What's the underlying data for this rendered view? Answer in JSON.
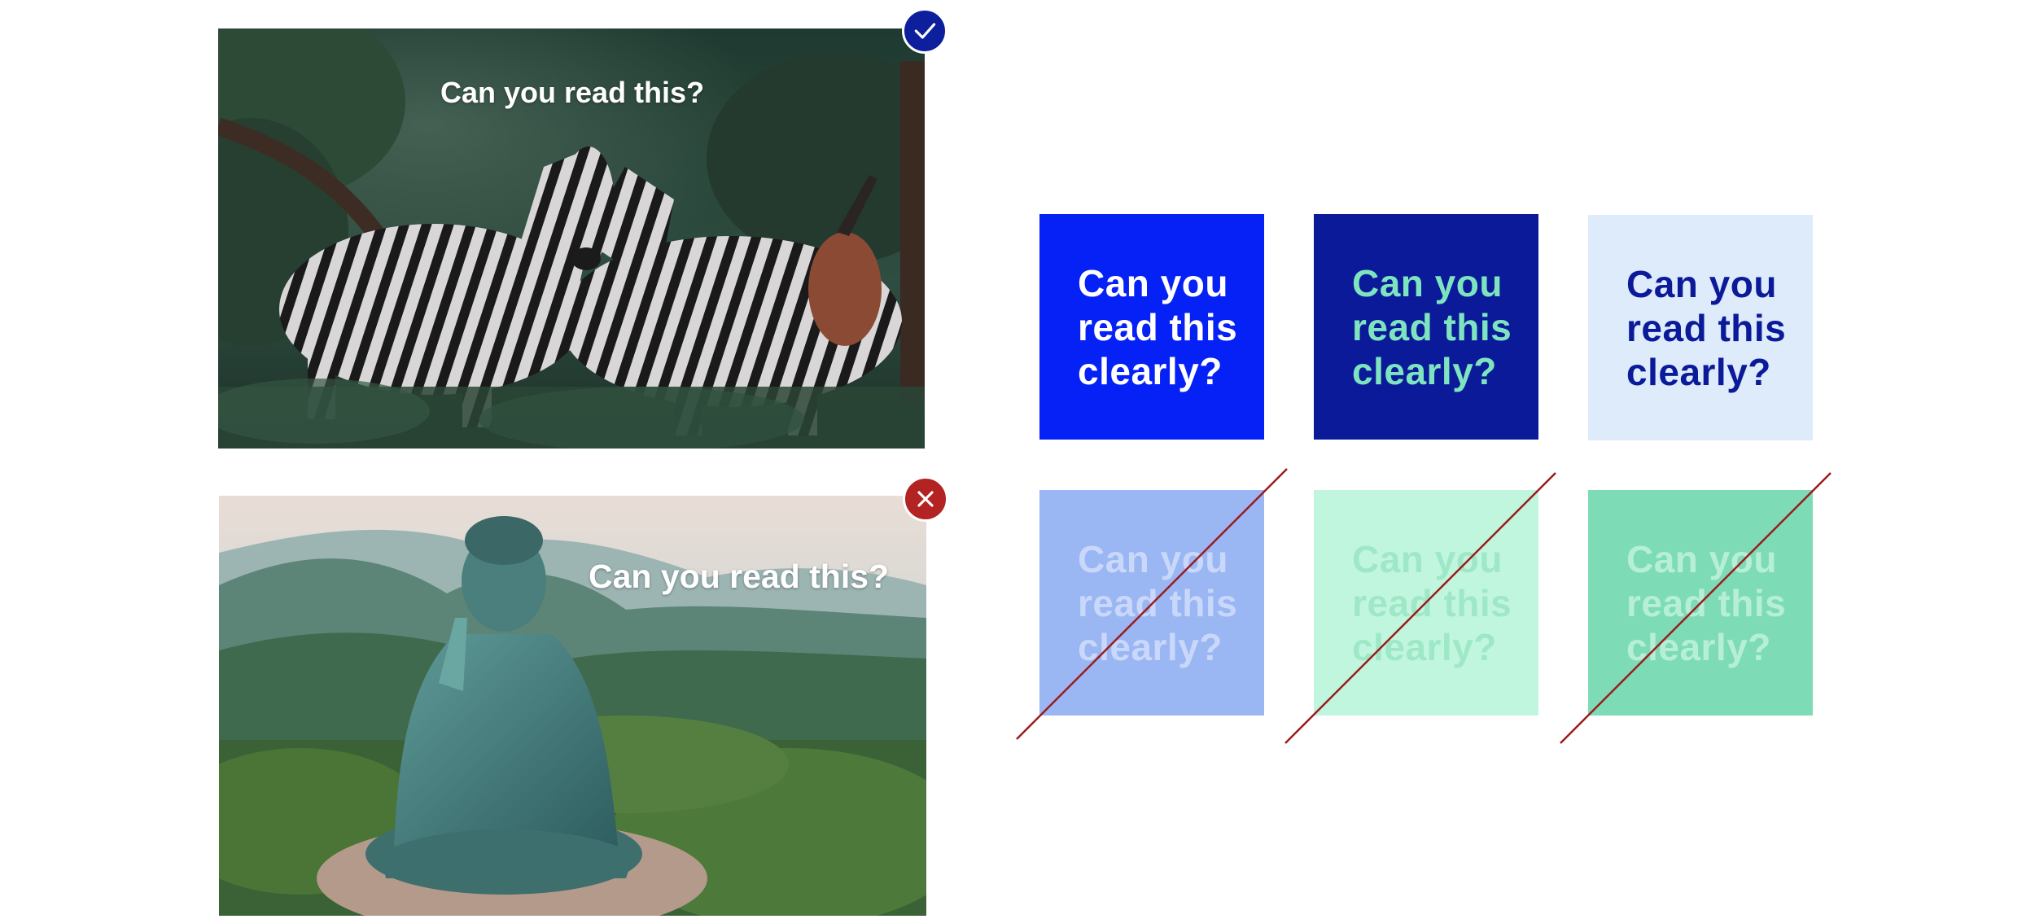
{
  "examples": {
    "good_photo": {
      "caption": "Can you read this?",
      "status_icon": "check-icon",
      "status_color": "#0d1f9c"
    },
    "bad_photo": {
      "caption": "Can you read this?",
      "status_icon": "close-icon",
      "status_color": "#b32323"
    }
  },
  "swatches": [
    {
      "text": "Can you read this clearly?",
      "background": "#0621f5",
      "text_color": "#ffffff",
      "crossed_out": false
    },
    {
      "text": "Can you read this clearly?",
      "background": "#0b1a99",
      "text_color": "#7ee4c0",
      "crossed_out": false
    },
    {
      "text": "Can you read this clearly?",
      "background": "#deebfb",
      "text_color": "#0b1a99",
      "crossed_out": false
    },
    {
      "text": "Can you read this clearly?",
      "background": "#9ab6f3",
      "text_color": "#c9d8fa",
      "crossed_out": true
    },
    {
      "text": "Can you read this clearly?",
      "background": "#c1f6de",
      "text_color": "#9fe8c7",
      "crossed_out": true
    },
    {
      "text": "Can you read this clearly?",
      "background": "#7ddcb6",
      "text_color": "#b6efd6",
      "crossed_out": true
    }
  ],
  "strike_color": "#9b1c1c"
}
